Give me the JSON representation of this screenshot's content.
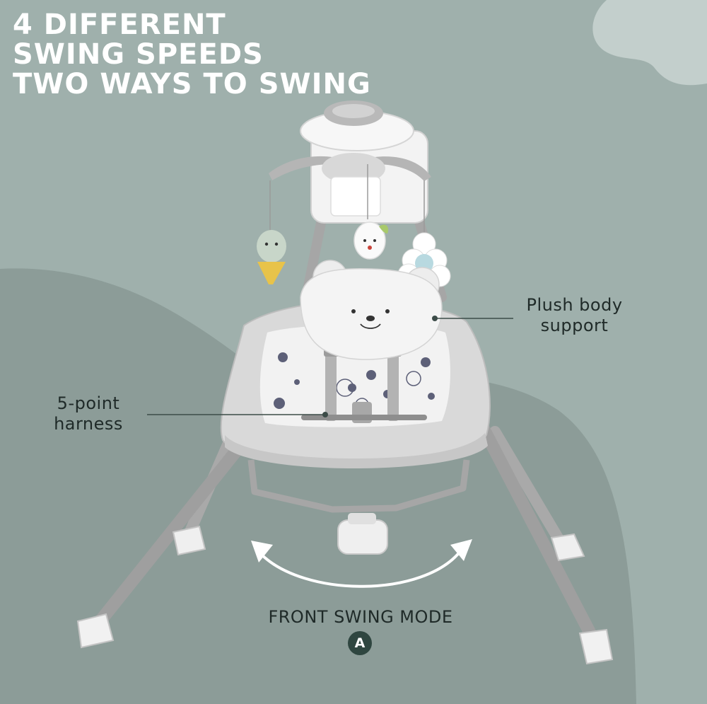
{
  "headline": {
    "line1": "4 DIFFERENT",
    "line2": "SWING SPEEDS",
    "line3": "TWO WAYS TO SWING"
  },
  "callouts": {
    "plush": {
      "line1": "Plush body",
      "line2": "support"
    },
    "harness": {
      "line1": "5-point",
      "line2": "harness"
    }
  },
  "mode": {
    "label": "FRONT SWING MODE",
    "badge": "A"
  },
  "colors": {
    "background": "#9fb0ac",
    "dark_blob": "#8c9c98",
    "cloud": "#c3cfcc",
    "frame": "#a6a6a6",
    "seat": "#dcdcdc",
    "headline_text": "#ffffff",
    "badge": "#2f4640"
  },
  "icons": [
    "swing-arrow-icon",
    "mode-badge-icon"
  ]
}
